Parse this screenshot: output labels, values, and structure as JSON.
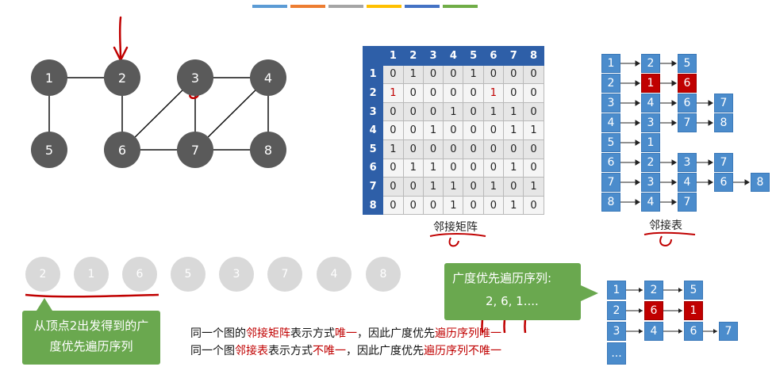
{
  "palette": {
    "top_bars": [
      "#5b9bd5",
      "#ed7d31",
      "#a5a5a5",
      "#ffc000",
      "#4472c4",
      "#70ad47"
    ],
    "node": "#5a5a5a",
    "matrix_header": "#2e5fa8",
    "list_box": "#4b8ccc",
    "highlight": "#c00000",
    "callout": "#6aa84f",
    "visited_seq": "#d9d9d9",
    "ink_annotation": "#c00000"
  },
  "graph": {
    "nodes": [
      "1",
      "2",
      "3",
      "4",
      "5",
      "6",
      "7",
      "8"
    ],
    "edges": [
      [
        "1",
        "2"
      ],
      [
        "1",
        "5"
      ],
      [
        "2",
        "6"
      ],
      [
        "3",
        "4"
      ],
      [
        "3",
        "6"
      ],
      [
        "3",
        "7"
      ],
      [
        "4",
        "7"
      ],
      [
        "4",
        "8"
      ],
      [
        "6",
        "7"
      ],
      [
        "7",
        "8"
      ]
    ]
  },
  "matrix": {
    "headers": [
      "1",
      "2",
      "3",
      "4",
      "5",
      "6",
      "7",
      "8"
    ],
    "rows": [
      [
        "0",
        "1",
        "0",
        "0",
        "1",
        "0",
        "0",
        "0"
      ],
      [
        "1",
        "0",
        "0",
        "0",
        "0",
        "1",
        "0",
        "0"
      ],
      [
        "0",
        "0",
        "0",
        "1",
        "0",
        "1",
        "1",
        "0"
      ],
      [
        "0",
        "0",
        "1",
        "0",
        "0",
        "0",
        "1",
        "1"
      ],
      [
        "1",
        "0",
        "0",
        "0",
        "0",
        "0",
        "0",
        "0"
      ],
      [
        "0",
        "1",
        "1",
        "0",
        "0",
        "0",
        "1",
        "0"
      ],
      [
        "0",
        "0",
        "1",
        "1",
        "0",
        "1",
        "0",
        "1"
      ],
      [
        "0",
        "0",
        "0",
        "1",
        "0",
        "0",
        "1",
        "0"
      ]
    ],
    "caption": "邻接矩阵"
  },
  "adj_list": {
    "rows": [
      {
        "head": "1",
        "items": [
          "2",
          "5"
        ]
      },
      {
        "head": "2",
        "items": [
          "1",
          "6"
        ]
      },
      {
        "head": "3",
        "items": [
          "4",
          "6",
          "7"
        ]
      },
      {
        "head": "4",
        "items": [
          "3",
          "7",
          "8"
        ]
      },
      {
        "head": "5",
        "items": [
          "1"
        ]
      },
      {
        "head": "6",
        "items": [
          "2",
          "3",
          "7"
        ]
      },
      {
        "head": "7",
        "items": [
          "3",
          "4",
          "6",
          "8"
        ]
      },
      {
        "head": "8",
        "items": [
          "4",
          "7"
        ]
      }
    ],
    "caption": "邻接表"
  },
  "bfs_sequence": [
    "2",
    "1",
    "6",
    "5",
    "3",
    "7",
    "4",
    "8"
  ],
  "left_callout": "从顶点2出发得到的广度优先遍历序列",
  "right_callout": {
    "title": "广度优先遍历序列:",
    "value": "2, 6, 1...."
  },
  "alt_list": {
    "rows": [
      {
        "head": "1",
        "items": [
          "2",
          "5"
        ]
      },
      {
        "head": "2",
        "items": [
          "6",
          "1"
        ]
      },
      {
        "head": "3",
        "items": [
          "4",
          "6",
          "7"
        ]
      }
    ],
    "ellipsis": "..."
  },
  "notes": {
    "line1": {
      "a": "同一个图的",
      "b": "邻接矩阵",
      "c": "表示方式",
      "d": "唯一",
      "e": "，因此广度优先",
      "f": "遍历序列",
      "g": "唯一"
    },
    "line2": {
      "a": "同一个图",
      "b": "邻接表",
      "c": "表示方式",
      "d": "不唯一",
      "e": "，因此广度优先",
      "f": "遍历序列",
      "g": "不唯一"
    }
  }
}
